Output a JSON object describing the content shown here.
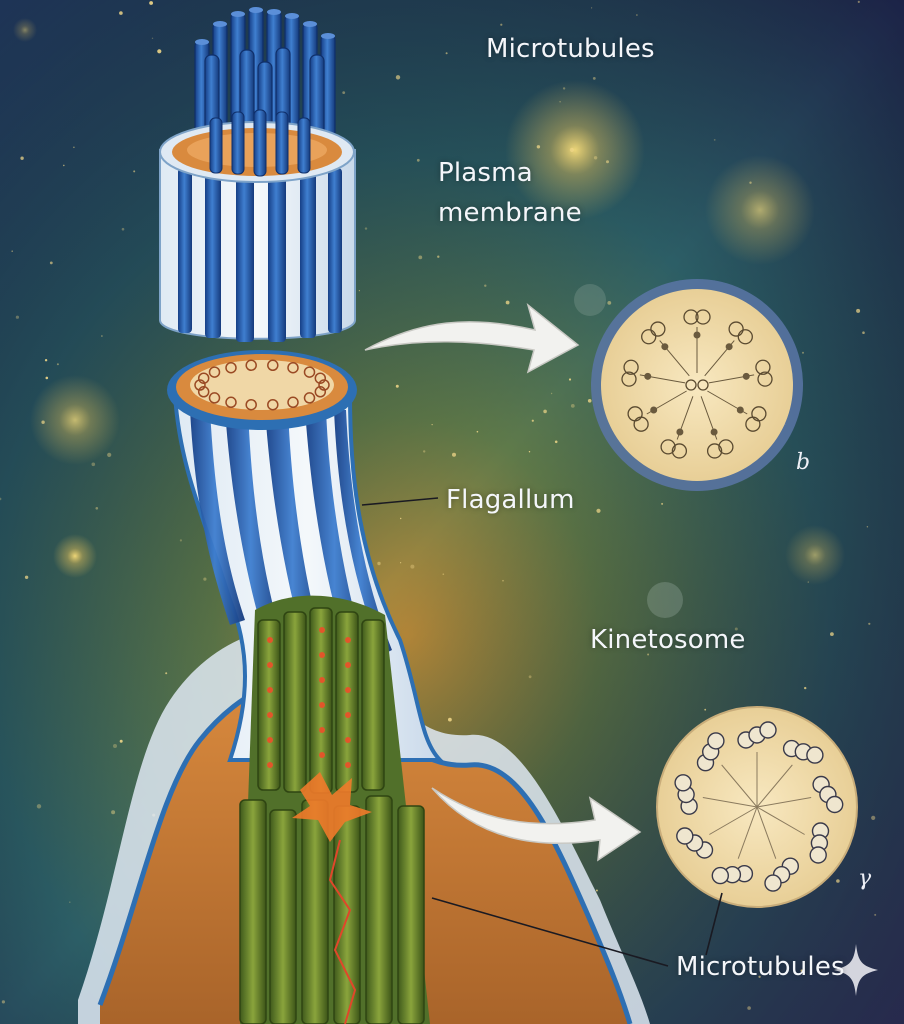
{
  "labels": {
    "microtubules_top": "Microtubules",
    "plasma_membrane_line1": "Plasma",
    "plasma_membrane_line2": "membrane",
    "flagellum": "Flagallum",
    "kinetosome": "Kinetosome",
    "microtubules_bottom": "Microtubules"
  },
  "panel_tags": {
    "upper_cross_section": "b",
    "lower_cross_section": "γ"
  },
  "colors": {
    "background_dark": "#1b1f45",
    "background_teal": "#2f6a6a",
    "glow_gold": "#e7c35a",
    "membrane_blue": "#2d6fb3",
    "microtubule_blue": "#1f4fa8",
    "core_orange": "#d98a3e",
    "kinetosome_green": "#6f8a2e",
    "cross_section_fill": "#f3dfb0",
    "arrow_white": "#f2f2ef"
  },
  "icons": {
    "corner_mark": "sparkle-icon"
  }
}
